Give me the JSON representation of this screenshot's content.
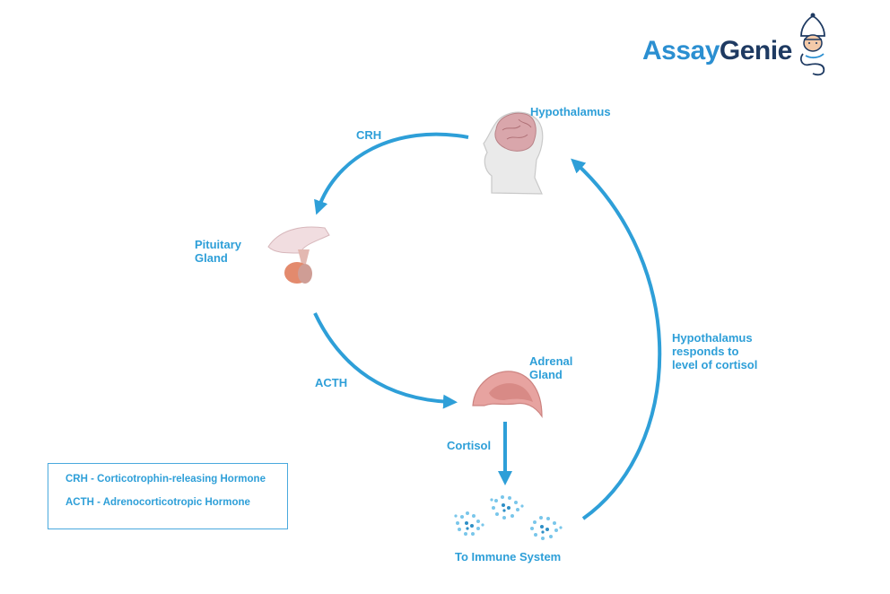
{
  "brand": {
    "logo_part1": "Assay",
    "logo_part2": "Genie",
    "logo_icon": "genie-icon",
    "colors": {
      "accent": "#2e9fd8",
      "dark": "#1e3a62"
    }
  },
  "nodes": {
    "hypothalamus": {
      "label": "Hypothalamus",
      "icon": "head-brain-icon"
    },
    "pituitary": {
      "label": "Pituitary\nGland",
      "icon": "pituitary-gland-icon"
    },
    "adrenal": {
      "label": "Adrenal\nGland",
      "icon": "adrenal-gland-icon"
    },
    "immune": {
      "label": "To Immune System",
      "icon": "immune-cells-icon"
    }
  },
  "edges": {
    "crh": "CRH",
    "acth": "ACTH",
    "cortisol": "Cortisol",
    "feedback": "Hypothalamus\nresponds to\nlevel of cortisol"
  },
  "legend": [
    "CRH - Corticotrophin-releasing Hormone",
    "ACTH - Adrenocorticotropic Hormone"
  ]
}
